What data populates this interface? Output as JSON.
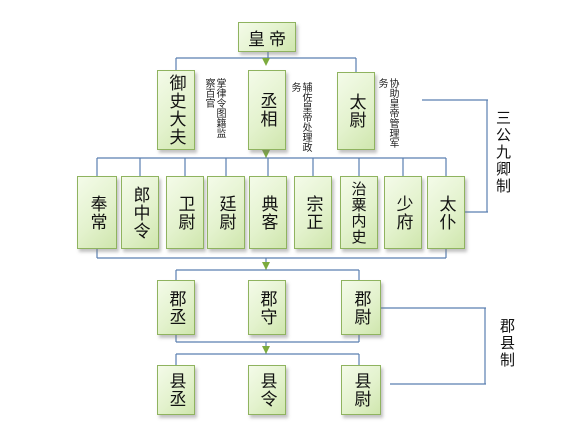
{
  "emperor": "皇帝",
  "three_lords": [
    {
      "title": "御史大夫",
      "note": "掌律令图籍监察百官"
    },
    {
      "title": "丞相",
      "note": "辅佐皇帝处理政务"
    },
    {
      "title": "太尉",
      "note": "协助皇帝管理军务"
    }
  ],
  "nine_ministers": [
    "奉常",
    "郎中令",
    "卫尉",
    "廷尉",
    "典客",
    "宗正",
    "治粟内史",
    "少府",
    "太仆"
  ],
  "labels": {
    "central": "三公九卿制",
    "local": "郡县制"
  },
  "commandery": [
    "郡丞",
    "郡守",
    "郡尉"
  ],
  "county": [
    "县丞",
    "县令",
    "县尉"
  ],
  "colors": {
    "box_border": "#8fb35f",
    "box_fill": "#e3f2cd",
    "connector": "#5a7fb0",
    "arrow": "#7cab3e"
  }
}
